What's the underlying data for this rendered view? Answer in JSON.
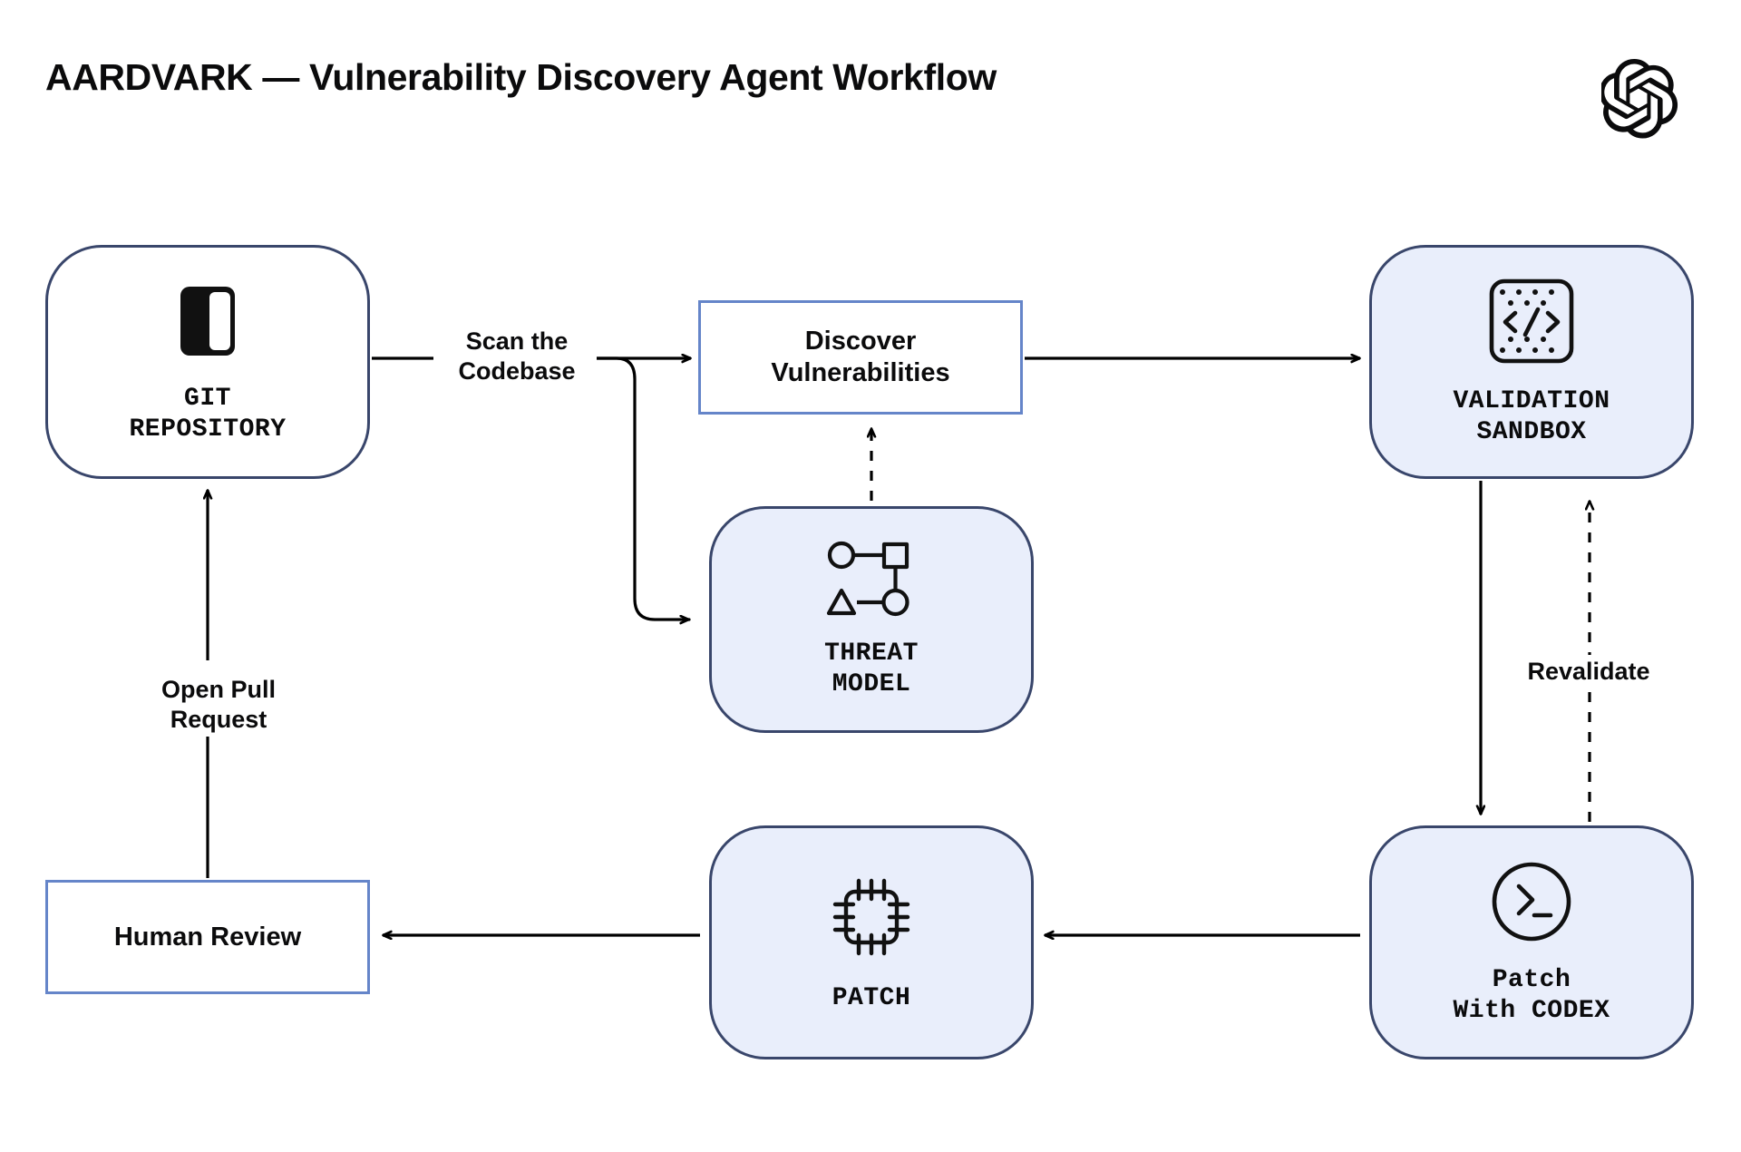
{
  "header": {
    "title": "AARDVARK — Vulnerability Discovery Agent Workflow",
    "logo_name": "openai-logo"
  },
  "colors": {
    "background": "#ffffff",
    "node_fill_blue": "#e9eefb",
    "node_fill_white": "#ffffff",
    "node_border_navy": "#39466b",
    "node_border_blue": "#6585c9",
    "edge_stroke": "#000000",
    "text": "#0b0b0c"
  },
  "diagram": {
    "type": "flowchart",
    "nodes": [
      {
        "id": "git-repository",
        "label": "GIT\nREPOSITORY",
        "shape": "rounded-rect",
        "fill": "#ffffff",
        "icon": "repository-icon",
        "font": "mono"
      },
      {
        "id": "discover-vulnerabilities",
        "label": "Discover\nVulnerabilities",
        "shape": "rect",
        "fill": "#ffffff",
        "icon": null,
        "font": "sans"
      },
      {
        "id": "threat-model",
        "label": "THREAT\nMODEL",
        "shape": "rounded-rect",
        "fill": "#e9eefb",
        "icon": "threat-model-graph-icon",
        "font": "mono"
      },
      {
        "id": "validation-sandbox",
        "label": "VALIDATION\nSANDBOX",
        "shape": "rounded-rect",
        "fill": "#e9eefb",
        "icon": "code-sandbox-icon",
        "font": "mono"
      },
      {
        "id": "patch-with-codex",
        "label": "Patch\nWith CODEX",
        "shape": "rounded-rect",
        "fill": "#e9eefb",
        "icon": "terminal-prompt-icon",
        "font": "mono"
      },
      {
        "id": "patch",
        "label": "PATCH",
        "shape": "rounded-rect",
        "fill": "#e9eefb",
        "icon": "cpu-chip-icon",
        "font": "mono"
      },
      {
        "id": "human-review",
        "label": "Human Review",
        "shape": "rect",
        "fill": "#ffffff",
        "icon": null,
        "font": "sans"
      }
    ],
    "edges": [
      {
        "id": "e1",
        "from": "git-repository",
        "to": "discover-vulnerabilities",
        "label": "Scan the\nCodebase",
        "style": "solid",
        "arrow": true
      },
      {
        "id": "e2",
        "from": "git-repository",
        "to": "threat-model",
        "label": "",
        "style": "solid",
        "arrow": true
      },
      {
        "id": "e3",
        "from": "threat-model",
        "to": "discover-vulnerabilities",
        "label": "",
        "style": "dashed",
        "arrow": true
      },
      {
        "id": "e4",
        "from": "discover-vulnerabilities",
        "to": "validation-sandbox",
        "label": "",
        "style": "solid",
        "arrow": true
      },
      {
        "id": "e5",
        "from": "validation-sandbox",
        "to": "patch-with-codex",
        "label": "",
        "style": "solid",
        "arrow": true
      },
      {
        "id": "e6",
        "from": "patch-with-codex",
        "to": "validation-sandbox",
        "label": "Revalidate",
        "style": "dashed",
        "arrow": true
      },
      {
        "id": "e7",
        "from": "patch-with-codex",
        "to": "patch",
        "label": "",
        "style": "solid",
        "arrow": true
      },
      {
        "id": "e8",
        "from": "patch",
        "to": "human-review",
        "label": "",
        "style": "solid",
        "arrow": true
      },
      {
        "id": "e9",
        "from": "human-review",
        "to": "git-repository",
        "label": "Open Pull\nRequest",
        "style": "solid",
        "arrow": true
      }
    ]
  }
}
